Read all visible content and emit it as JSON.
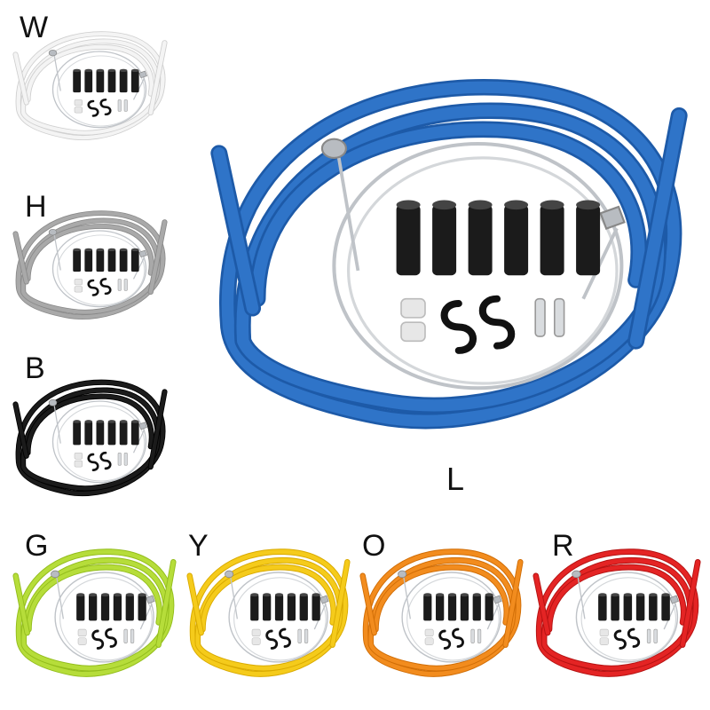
{
  "products": {
    "main": {
      "label": "L",
      "color": "#2f74c8",
      "shade": "#1d5aa8"
    },
    "thumbs": [
      {
        "label": "W",
        "color": "#f4f4f4",
        "shade": "#cfcfcf"
      },
      {
        "label": "H",
        "color": "#a9a9a9",
        "shade": "#8a8a8a"
      },
      {
        "label": "B",
        "color": "#1b1b1b",
        "shade": "#000000"
      },
      {
        "label": "G",
        "color": "#b6dd3a",
        "shade": "#93bd1c"
      },
      {
        "label": "Y",
        "color": "#f5cb1b",
        "shade": "#d9aa00"
      },
      {
        "label": "O",
        "color": "#f28c1e",
        "shade": "#d06d06"
      },
      {
        "label": "R",
        "color": "#e42424",
        "shade": "#b51212"
      }
    ]
  },
  "accent": {
    "ferrule": "#1a1a1a",
    "wire": "#c9ccd0"
  }
}
